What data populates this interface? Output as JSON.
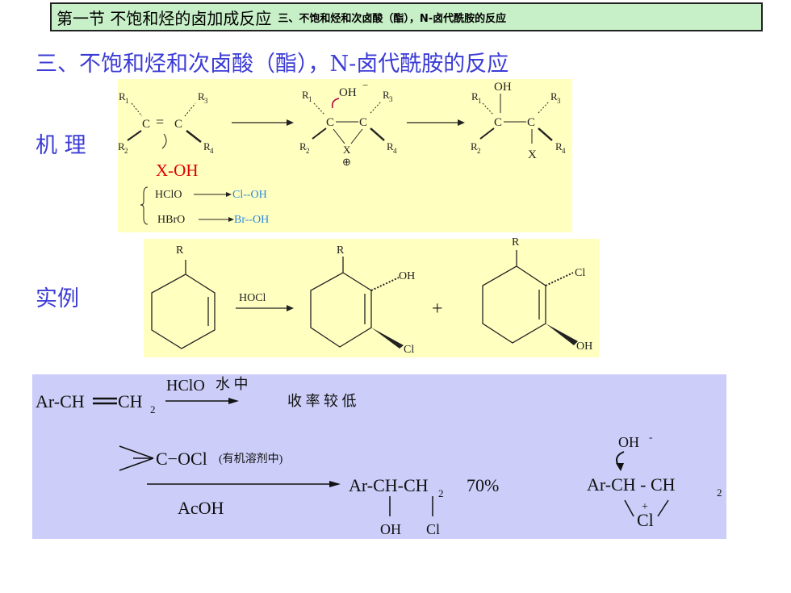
{
  "header": {
    "section_title": "第一节 不饱和烃的卤加成反应",
    "subsection_title": "三、不饱和烃和次卤酸（酯），N-卤代酰胺的反应"
  },
  "main_title": "三、不饱和烃和次卤酸（酯），N-卤代酰胺的反应",
  "labels": {
    "mechanism": "机 理",
    "example": "实例"
  },
  "mechanism": {
    "r1": "R",
    "r2": "R",
    "r3": "R",
    "r4": "R",
    "sub1": "1",
    "sub2": "2",
    "sub3": "3",
    "sub4": "4",
    "carbon": "C",
    "double_bond": "=",
    "reagent": "X-OH",
    "oh_minus": "OH",
    "minus": "−",
    "plus_circle": "⊕",
    "x": "X",
    "oh": "OH",
    "hclo": "HClO",
    "cl_oh": "Cl--OH",
    "hbro": "HBrO",
    "br_oh": "Br--OH"
  },
  "example": {
    "r": "R",
    "hocl": "HOCl",
    "oh": "OH",
    "cl": "Cl",
    "plus": "+"
  },
  "lower": {
    "ar_ch": "Ar-CH",
    "ch2": "CH",
    "ch2_sub": "2",
    "reagent_hclo": "HClO",
    "reagent_water": "水 中",
    "low_yield": "收 率 较 低",
    "c_ocl": "C−OCl",
    "organic_solvent": "(有机溶剂中)",
    "acoh": "AcOH",
    "product": "Ar-CH-CH",
    "product_sub": "2",
    "yield": "70%",
    "oh": "OH",
    "cl": "Cl",
    "int_oh": "OH",
    "int_minus": "-",
    "int_ar": "Ar-CH  -  CH",
    "int_sub": "2",
    "int_plus": "+",
    "int_cl": "Cl"
  }
}
